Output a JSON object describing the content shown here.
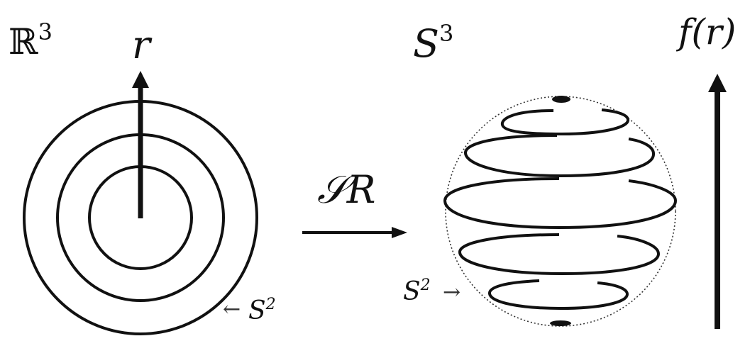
{
  "left": {
    "space_symbol": "ℝ",
    "space_exponent": "3",
    "radial_label": "r",
    "sphere_label": "S",
    "sphere_exponent": "2",
    "sphere_arrow": "←"
  },
  "map": {
    "label_script": "𝒮",
    "label_main": "R"
  },
  "right": {
    "space_symbol": "S",
    "space_exponent": "3",
    "sphere_label": "S",
    "sphere_exponent": "2",
    "sphere_arrow": "→",
    "function_label": "f(r)"
  }
}
